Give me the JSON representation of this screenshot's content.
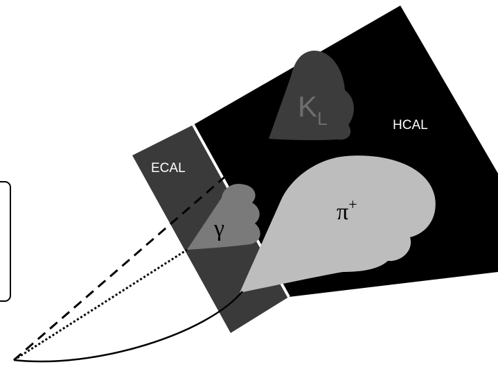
{
  "detectors": {
    "ecal": {
      "label": "ECAL",
      "color": "#3a3a3a",
      "text_color": "#ffffff"
    },
    "hcal": {
      "label": "HCAL",
      "color": "#000000",
      "text_color": "#ffffff"
    }
  },
  "particles": {
    "kl": {
      "symbol": "K",
      "subscript": "L",
      "color": "#3c3c3c",
      "text_color": "#6e6e6e",
      "track_style": "dashed"
    },
    "gamma": {
      "symbol": "γ",
      "color": "#7a7a7a",
      "text_color": "#000000",
      "track_style": "dotted"
    },
    "pion": {
      "symbol": "π",
      "superscript": "+",
      "color": "#bdbdbd",
      "text_color": "#000000",
      "track_style": "solid"
    }
  },
  "colors": {
    "background": "#ffffff",
    "track": "#000000",
    "boundary": "#ffffff",
    "side_box": "#000000"
  }
}
